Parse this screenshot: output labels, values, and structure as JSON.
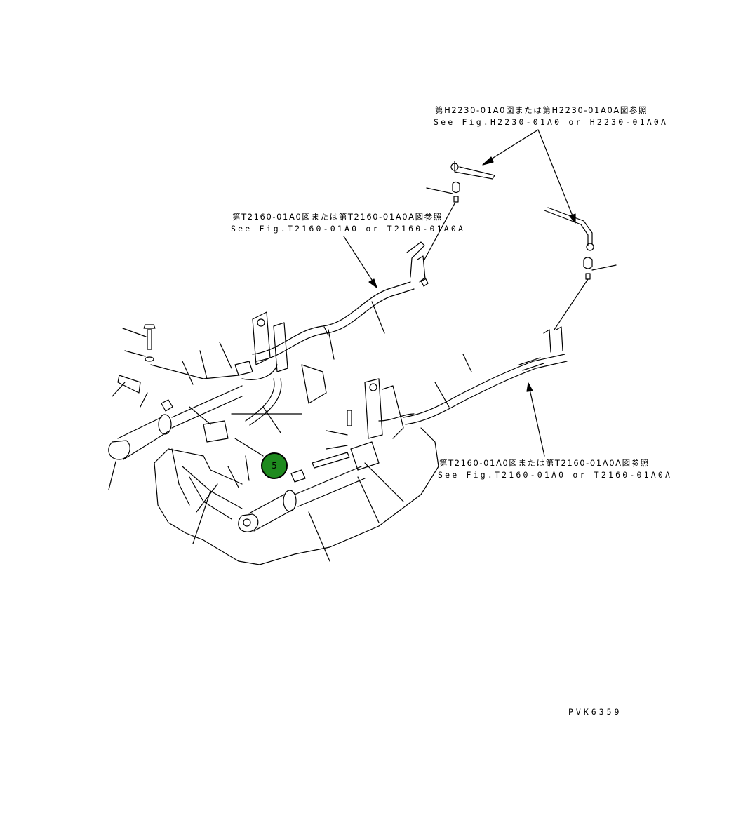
{
  "refs": {
    "top_right": {
      "jp": "第H2230-01A0図または第H2230-01A0A図参照",
      "en": "See Fig.H2230-01A0 or H2230-01A0A"
    },
    "middle_left": {
      "jp": "第T2160-01A0図または第T2160-01A0A図参照",
      "en": "See Fig.T2160-01A0 or T2160-01A0A"
    },
    "bottom_right": {
      "jp": "第T2160-01A0図または第T2160-01A0A図参照",
      "en": "See Fig.T2160-01A0 or T2160-01A0A"
    }
  },
  "callout": {
    "number": "5"
  },
  "drawing_code": "PVK6359",
  "colors": {
    "callout_fill": "#1e8a1e",
    "line": "#000000"
  }
}
